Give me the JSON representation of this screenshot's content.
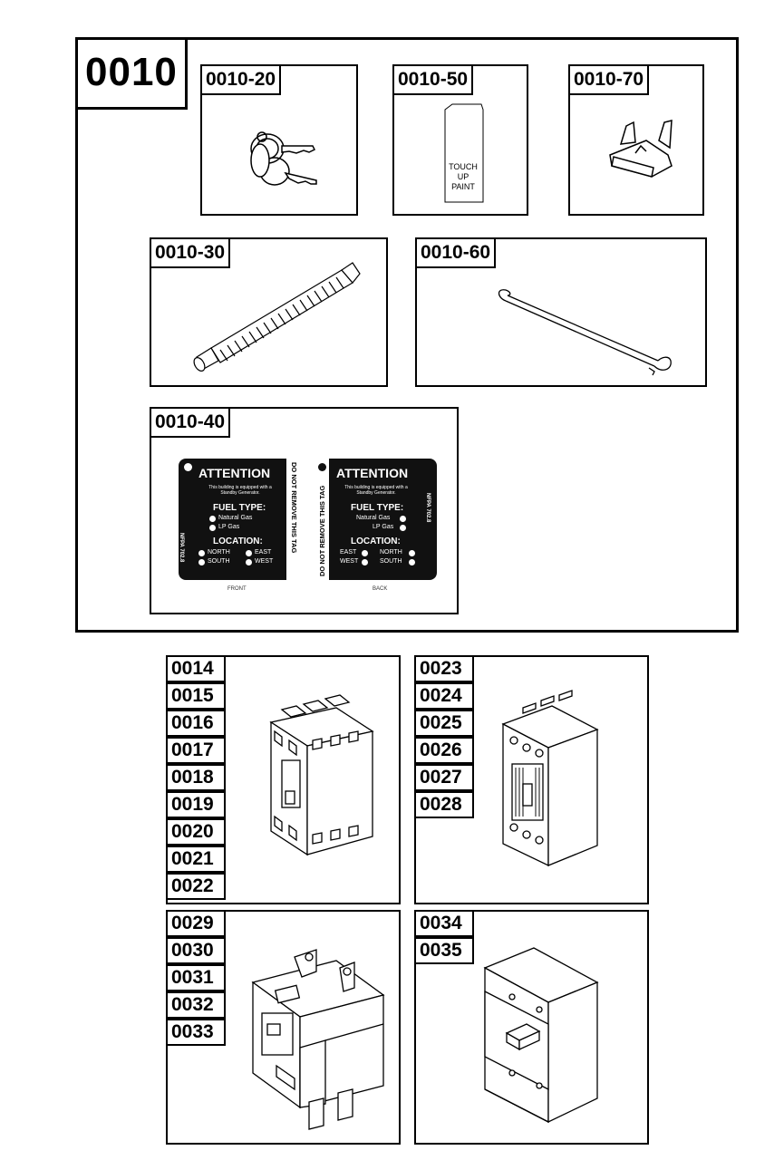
{
  "group": {
    "id": "0010",
    "items": [
      {
        "id": "0010-20"
      },
      {
        "id": "0010-50",
        "paint_lines": [
          "TOUCH",
          "UP",
          "PAINT"
        ]
      },
      {
        "id": "0010-70"
      },
      {
        "id": "0010-30"
      },
      {
        "id": "0010-60"
      },
      {
        "id": "0010-40"
      }
    ],
    "tag": {
      "heading": "ATTENTION",
      "subtext_line1": "This building is equipped with a",
      "subtext_line2": "Standby Generator.",
      "fuel_heading": "FUEL TYPE:",
      "fuel_options": [
        "Natural Gas",
        "LP Gas"
      ],
      "location_heading": "LOCATION:",
      "locations": [
        "NORTH",
        "EAST",
        "SOUTH",
        "WEST"
      ],
      "side_text": "DO NOT REMOVE THIS TAG",
      "code_text": "NFPA 702.8",
      "front_caption": "FRONT",
      "back_caption": "BACK"
    }
  },
  "breakers": [
    {
      "numbers": [
        "0014",
        "0015",
        "0016",
        "0017",
        "0018",
        "0019",
        "0020",
        "0021",
        "0022"
      ]
    },
    {
      "numbers": [
        "0023",
        "0024",
        "0025",
        "0026",
        "0027",
        "0028"
      ]
    },
    {
      "numbers": [
        "0029",
        "0030",
        "0031",
        "0032",
        "0033"
      ]
    },
    {
      "numbers": [
        "0034",
        "0035"
      ]
    }
  ]
}
